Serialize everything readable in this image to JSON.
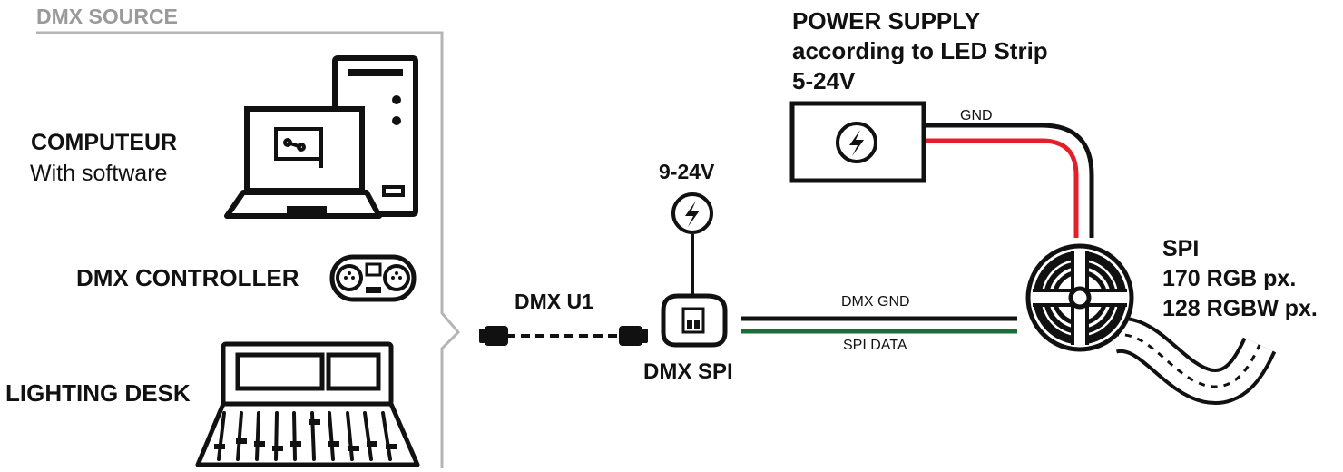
{
  "source": {
    "title": "DMX SOURCE",
    "computer": {
      "title": "COMPUTEUR",
      "subtitle": "With software"
    },
    "controller": {
      "label": "DMX CONTROLLER"
    },
    "desk": {
      "label": "LIGHTING DESK"
    }
  },
  "cable": {
    "label": "DMX U1"
  },
  "device": {
    "label": "DMX SPI",
    "power_label": "9-24V"
  },
  "power_supply": {
    "lines": [
      "POWER SUPPLY",
      "according to LED Strip",
      "5-24V"
    ],
    "wire_label": "GND"
  },
  "wires": {
    "gnd_label": "DMX GND",
    "data_label": "SPI DATA"
  },
  "strip": {
    "lines": [
      "SPI",
      "170 RGB px.",
      "128 RGBW px."
    ]
  },
  "colors": {
    "wire_red": "#e3202a",
    "wire_green": "#1f6b3a",
    "line": "#111111",
    "bracket": "#b5b5b5",
    "heading_grey": "#9a9a9a"
  },
  "icons": [
    "laptop-icon",
    "tower-pc-icon",
    "dmx-controller-icon",
    "lighting-desk-icon",
    "xlr-connector-icon",
    "power-bolt-icon",
    "dmx-spi-device-icon",
    "power-supply-icon",
    "led-strip-reel-icon"
  ]
}
